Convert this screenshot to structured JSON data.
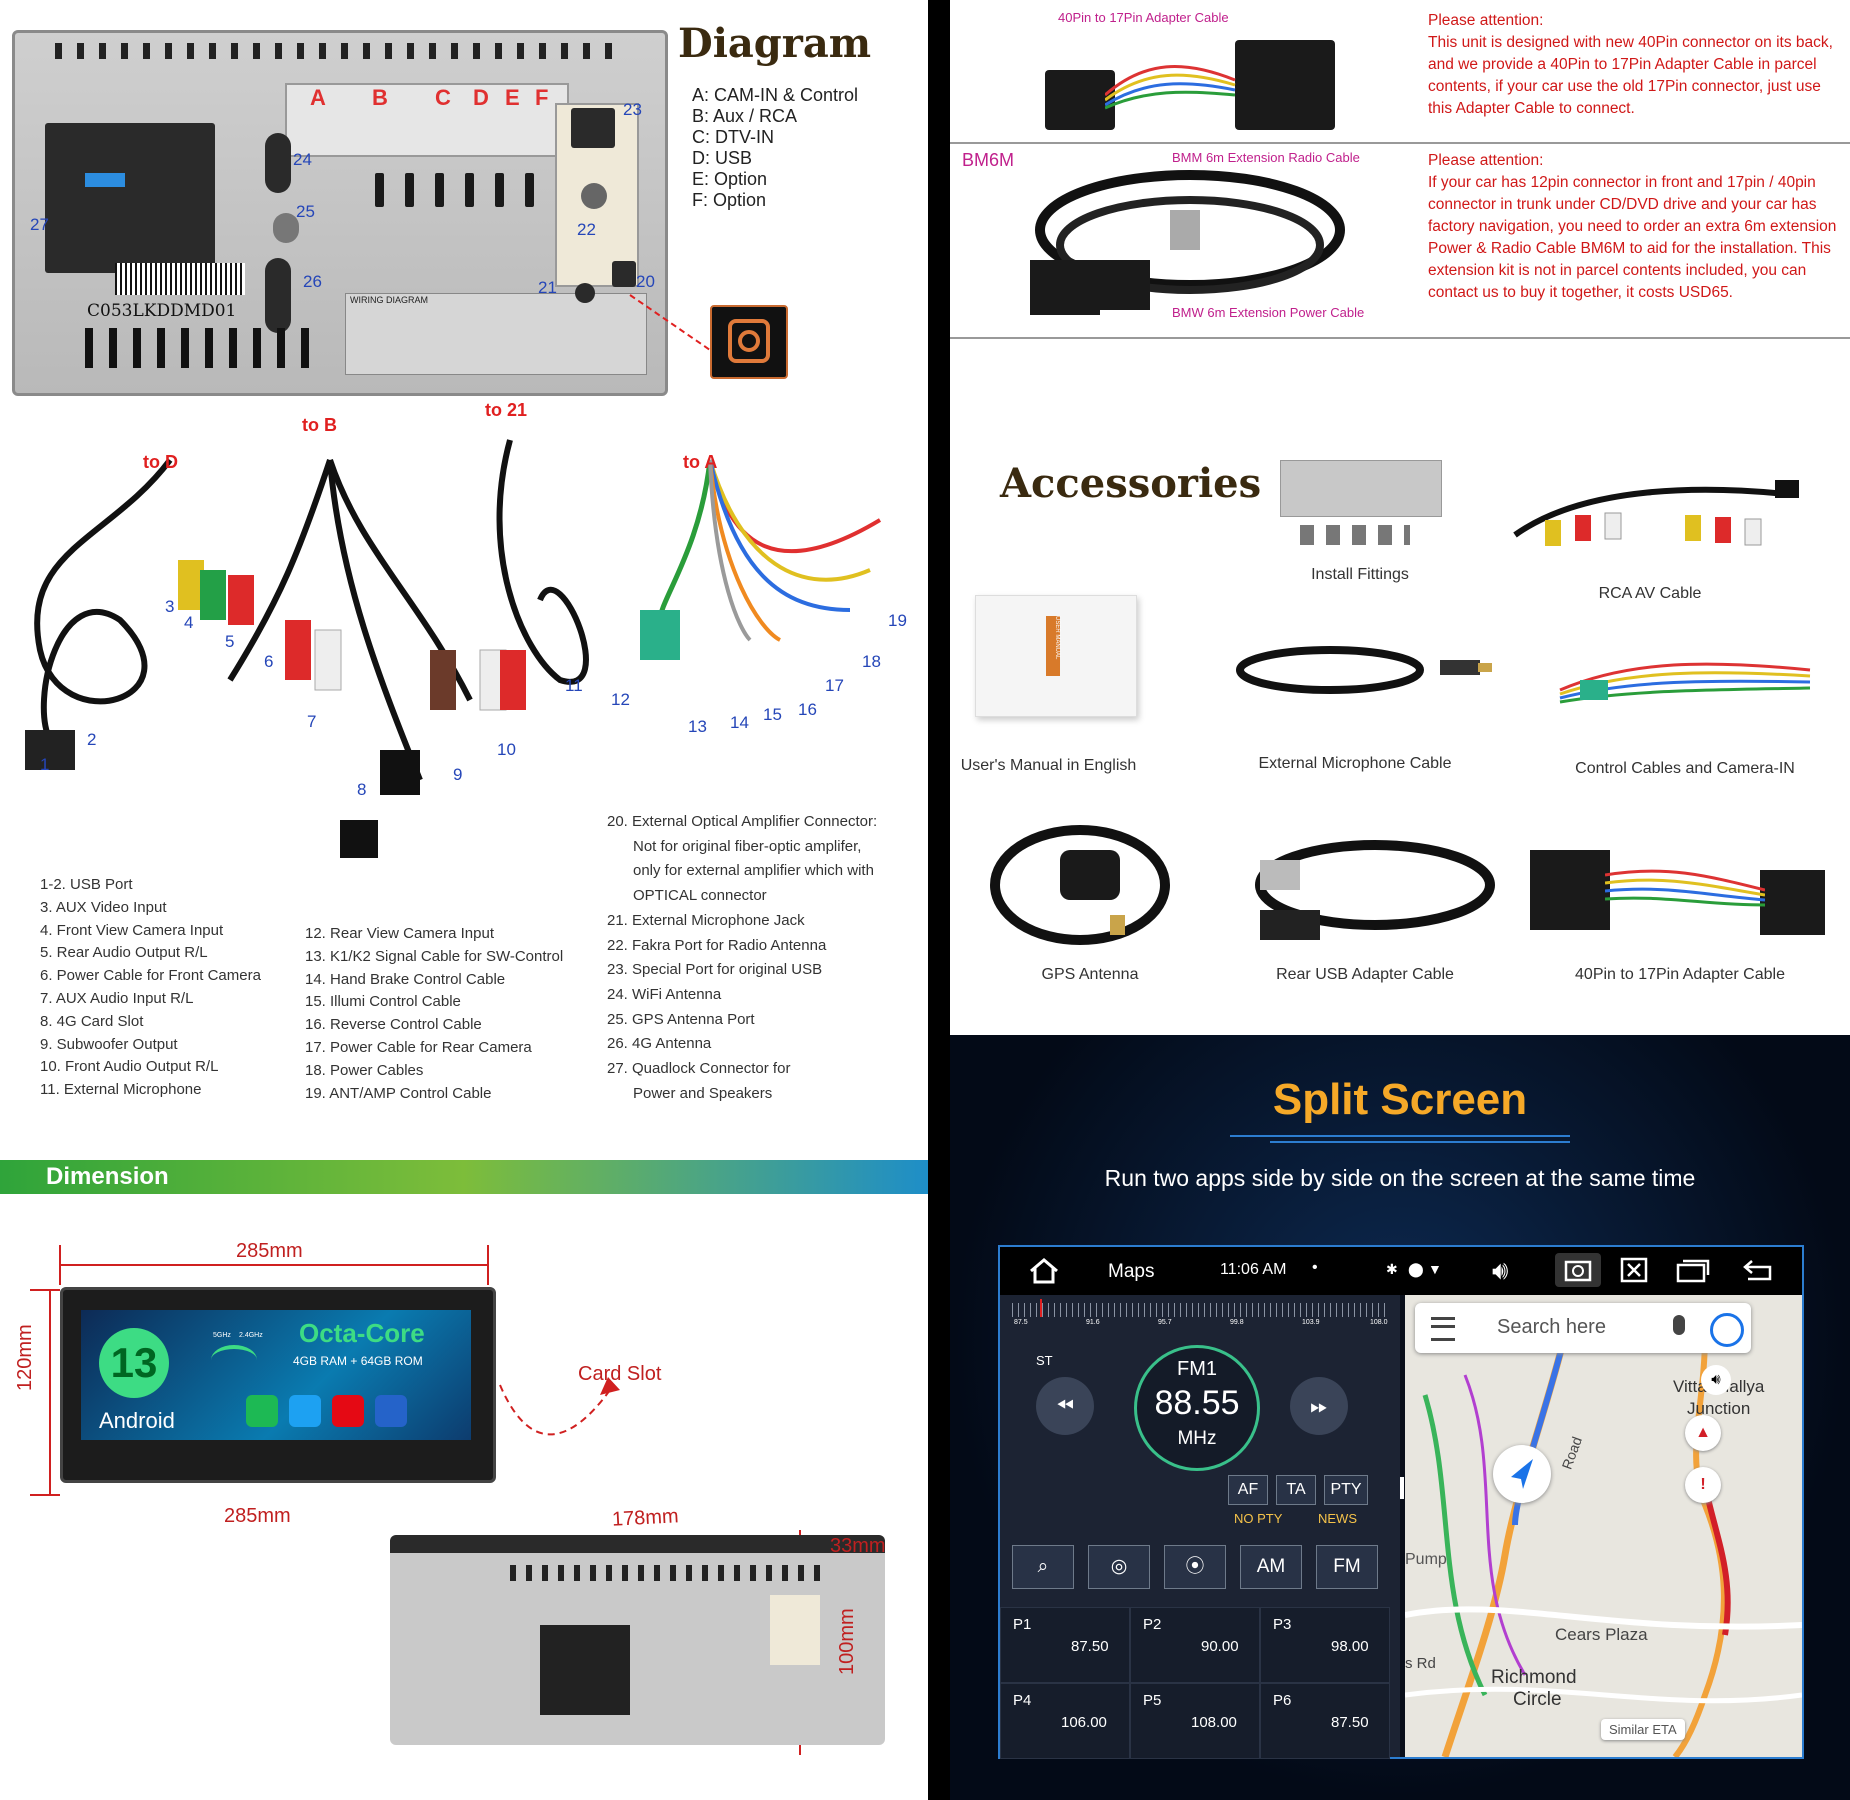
{
  "diagram": {
    "title": "Diagram",
    "legend": [
      "A: CAM-IN & Control",
      "B: Aux / RCA",
      "C: DTV-IN",
      "D: USB",
      "E: Option",
      "F: Option"
    ],
    "connector_letters": [
      "A",
      "B",
      "C",
      "D",
      "E",
      "F"
    ],
    "unit_numbers": [
      "23",
      "24",
      "25",
      "26",
      "27",
      "22",
      "21",
      "20"
    ],
    "serial": "C053LKDDMD01",
    "wiring_diagram_label": "WIRING DIAGRAM",
    "to_labels": {
      "to_d": "to D",
      "to_b": "to B",
      "to_21": "to 21",
      "to_a": "to A"
    },
    "cable_numbers": [
      "1",
      "2",
      "3",
      "4",
      "5",
      "6",
      "7",
      "8",
      "9",
      "10",
      "11",
      "12",
      "13",
      "14",
      "15",
      "16",
      "17",
      "18",
      "19"
    ],
    "list_col1": [
      "1-2. USB Port",
      "3. AUX Video Input",
      "4. Front View Camera Input",
      "5. Rear Audio Output R/L",
      "6. Power Cable for Front Camera",
      "7. AUX Audio Input R/L",
      "8. 4G Card Slot",
      "9. Subwoofer Output",
      "10. Front Audio Output R/L",
      "11. External Microphone"
    ],
    "list_col2": [
      "12. Rear View Camera Input",
      "13. K1/K2 Signal Cable for SW-Control",
      "14. Hand Brake Control Cable",
      "15. Illumi Control Cable",
      "16. Reverse Control Cable",
      "17. Power Cable for Rear Camera",
      "18. Power Cables",
      "19. ANT/AMP Control Cable"
    ],
    "list_col3": [
      "20. External Optical Amplifier Connector:",
      "Not for original fiber-optic amplifer,",
      "only for external amplifier which with",
      "OPTICAL connector",
      "21. External Microphone Jack",
      "22. Fakra Port for Radio Antenna",
      "23. Special Port for original USB",
      "24. WiFi Antenna",
      "25. GPS Antenna Port",
      "26. 4G Antenna",
      "27. Quadlock Connector for",
      "Power and Speakers"
    ]
  },
  "dimension": {
    "title": "Dimension",
    "width_top": "285mm",
    "width_bottom": "285mm",
    "height": "120mm",
    "card_slot": "Card Slot",
    "depth": "178mm",
    "side": "33mm",
    "back_height": "100mm",
    "screen": {
      "android_version": "13",
      "android_label": "Android",
      "cpu": "Octa-Core",
      "memory": "4GB RAM + 64GB ROM",
      "wifi_50": "5GHz",
      "wifi_24": "2.4GHz"
    }
  },
  "cables_top": {
    "adapter_label": "40Pin to 17Pin Adapter Cable",
    "attention1_title": "Please attention:",
    "attention1": "This unit is designed with new 40Pin connector on its back, and we provide a 40Pin to 17Pin Adapter Cable in parcel contents, if your car use the old 17Pin connector, just use this Adapter Cable to connect.",
    "bm6m": "BM6M",
    "radio_cable_label": "BMM 6m Extension Radio Cable",
    "power_cable_label": "BMW 6m Extension Power Cable",
    "attention2_title": "Please attention:",
    "attention2": "If your car has 12pin connector in front and 17pin / 40pin connector in trunk under CD/DVD drive and your car has factory navigation, you need to order an extra 6m extension Power & Radio Cable BM6M to aid for the installation. This extension kit is not in parcel contents included, you can contact us to buy it together, it costs USD65."
  },
  "accessories": {
    "title": "Accessories",
    "items": [
      "Install Fittings",
      "RCA AV Cable",
      "User's Manual in English",
      "External Microphone Cable",
      "Control Cables and Camera-IN",
      "GPS Antenna",
      "Rear USB Adapter Cable",
      "40Pin to 17Pin Adapter Cable"
    ],
    "manual_spine": "USER MANUAL"
  },
  "split": {
    "title": "Split Screen",
    "subtitle": "Run two apps side by side on the screen at the same time",
    "status": {
      "app": "Maps",
      "time": "11:06 AM",
      "dot": "•"
    },
    "radio": {
      "st": "ST",
      "band": "FM1",
      "freq": "88.55",
      "unit": "MHz",
      "scale": [
        "87.5",
        "91.6",
        "95.7",
        "99.8",
        "103.9",
        "108.0"
      ],
      "af": "AF",
      "ta": "TA",
      "pty": "PTY",
      "no_pty": "NO PTY",
      "news": "NEWS",
      "am": "AM",
      "fm": "FM",
      "presets": [
        {
          "name": "P1",
          "freq": "87.50"
        },
        {
          "name": "P2",
          "freq": "90.00"
        },
        {
          "name": "P3",
          "freq": "98.00"
        },
        {
          "name": "P4",
          "freq": "106.00"
        },
        {
          "name": "P5",
          "freq": "108.00"
        },
        {
          "name": "P6",
          "freq": "87.50"
        }
      ]
    },
    "map": {
      "search_placeholder": "Search here",
      "places": [
        "Vittal Mallya",
        "Junction",
        "Road",
        "Pump",
        "Cears Plaza",
        "Richmond",
        "Circle",
        "s Rd"
      ],
      "similar_eta": "Similar ETA"
    }
  },
  "colors": {
    "accent_red": "#d01818",
    "number_blue": "#2546b8",
    "split_title": "#f6a928",
    "dim_green": "#2fa43a",
    "dim_blue": "#1e8ec8"
  }
}
